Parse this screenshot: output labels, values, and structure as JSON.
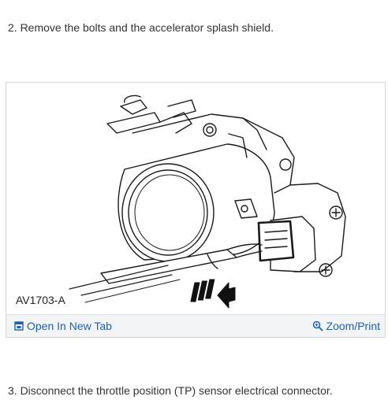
{
  "steps": {
    "step2": "2. Remove the bolts and the accelerator splash shield.",
    "step3": "3. Disconnect the throttle position (TP) sensor electrical connector."
  },
  "figure": {
    "label": "AV1703-A",
    "open_new_tab": "Open In New Tab",
    "zoom_print": "Zoom/Print"
  },
  "colors": {
    "link": "#2060b0",
    "toolbar_bg": "#f3f4f6",
    "text": "#333333"
  },
  "icons": {
    "open_tab": "open-in-new-tab-icon",
    "zoom": "magnifier-icon"
  }
}
